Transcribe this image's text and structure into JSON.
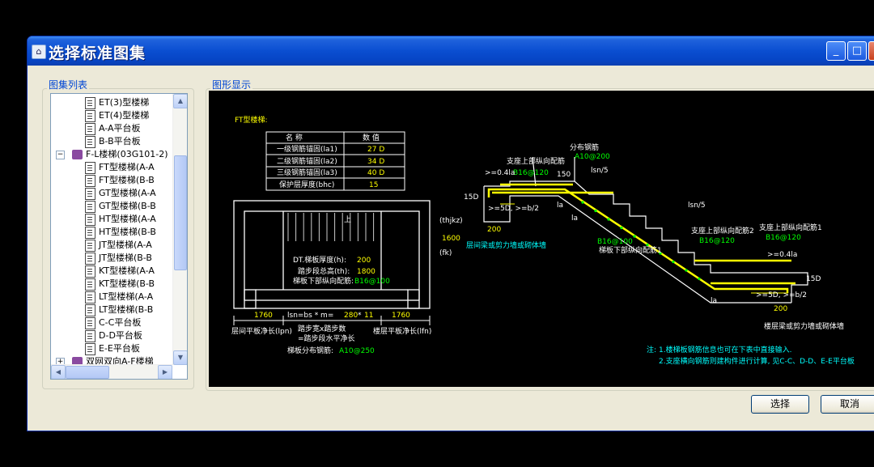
{
  "window": {
    "title": "选择标准图集",
    "controls": {
      "minimize": "_",
      "maximize": "□",
      "close": "×"
    }
  },
  "left_group": {
    "label": "图集列表"
  },
  "right_group": {
    "label": "图形显示"
  },
  "tree": {
    "items": [
      {
        "label": "ET(3)型楼梯",
        "icon": "doc"
      },
      {
        "label": "ET(4)型楼梯",
        "icon": "doc"
      },
      {
        "label": "A-A平台板",
        "icon": "doc"
      },
      {
        "label": "B-B平台板",
        "icon": "doc"
      },
      {
        "label": "F-L楼梯(03G101-2)",
        "icon": "book",
        "expander": "−"
      },
      {
        "label": "FT型楼梯(A-A",
        "icon": "doc"
      },
      {
        "label": "FT型楼梯(B-B",
        "icon": "doc"
      },
      {
        "label": "GT型楼梯(A-A",
        "icon": "doc"
      },
      {
        "label": "GT型楼梯(B-B",
        "icon": "doc"
      },
      {
        "label": "HT型楼梯(A-A",
        "icon": "doc"
      },
      {
        "label": "HT型楼梯(B-B",
        "icon": "doc"
      },
      {
        "label": "JT型楼梯(A-A",
        "icon": "doc"
      },
      {
        "label": "JT型楼梯(B-B",
        "icon": "doc"
      },
      {
        "label": "KT型楼梯(A-A",
        "icon": "doc"
      },
      {
        "label": "KT型楼梯(B-B",
        "icon": "doc"
      },
      {
        "label": "LT型楼梯(A-A",
        "icon": "doc"
      },
      {
        "label": "LT型楼梯(B-B",
        "icon": "doc"
      },
      {
        "label": "C-C平台板",
        "icon": "doc"
      },
      {
        "label": "D-D平台板",
        "icon": "doc"
      },
      {
        "label": "E-E平台板",
        "icon": "doc"
      },
      {
        "label": "双网双向A-F楼梯",
        "icon": "book",
        "expander": "+"
      }
    ]
  },
  "drawing": {
    "title": "FT型楼梯:",
    "table": {
      "headers": [
        "名 称",
        "数 值"
      ],
      "rows": [
        [
          "一级钢筋锚固(la1)",
          "27 D"
        ],
        [
          "二级钢筋锚固(la2)",
          "34 D"
        ],
        [
          "三级钢筋锚固(la3)",
          "40 D"
        ],
        [
          "保护层厚度(bhc)",
          "15"
        ]
      ]
    },
    "plan": {
      "up_label": "上",
      "thickness_label": "DT.梯板厚度(h):",
      "thickness_value": "200",
      "height_label": "踏步段总高(th):",
      "height_value": "1800",
      "rebar_label": "梯板下部纵向配筋:",
      "rebar_value": "B16@100",
      "dim_left": "1760",
      "dim_right": "1760",
      "dim_mid_prefix": "lsn=bs * m=",
      "dim_mid_bs": "280",
      "dim_mid_m": "11",
      "thjkz": "(thjkz)",
      "fk": "(fk)",
      "dim_1600": "1600",
      "bottom_left": "层间平板净长(lpn)",
      "bottom_mid1": "踏步宽x踏步数",
      "bottom_mid2": "=踏步段水平净长",
      "bottom_right": "楼层平板净长(lfn)",
      "dist_label": "梯板分布钢筋:",
      "dist_value": "A10@250"
    },
    "section": {
      "dist_rebar": "分布钢筋",
      "dist_rebar_val": "A10@200",
      "top_rebar_label": "支座上部纵向配筋",
      "top_rebar_val": "B16@120",
      "d041a": ">=0.4la",
      "d150": "150",
      "lsn5a": "lsn/5",
      "d15d": "15D",
      "d5d": ">=5D, >=b/2",
      "la": "la",
      "d200": "200",
      "beam_label": "层间梁或剪力墙或砌体墙",
      "bottom_rebar_val": "B16@100",
      "bottom_rebar_label": "梯板下部纵向配筋1",
      "lsn5b": "lsn/5",
      "top2_label": "支座上部纵向配筋2",
      "top2_val": "B16@120",
      "top1_label": "支座上部纵向配筋1",
      "top1_val": "B16@120",
      "d041b": ">=0.4la",
      "d15d_r": "15D",
      "d5d_r": ">=5D, >=b/2",
      "la_r": "la",
      "d200_r": "200",
      "beam_label_r": "楼层梁或剪力墙或砌体墙"
    },
    "notes": {
      "prefix": "注:",
      "line1": "1.楼梯板钢筋信息也可在下表中直接输入.",
      "line2": "2.支座横向钢筋则建构件进行计算, 见C-C、D-D、E-E平台板"
    }
  },
  "buttons": {
    "select": "选择",
    "cancel": "取消"
  },
  "colors": {
    "titlebar": "#0a4ed1",
    "dialog_bg": "#ece9d8",
    "cad_yellow": "#ffff00",
    "cad_green": "#00ff00",
    "cad_cyan": "#00ffff"
  }
}
